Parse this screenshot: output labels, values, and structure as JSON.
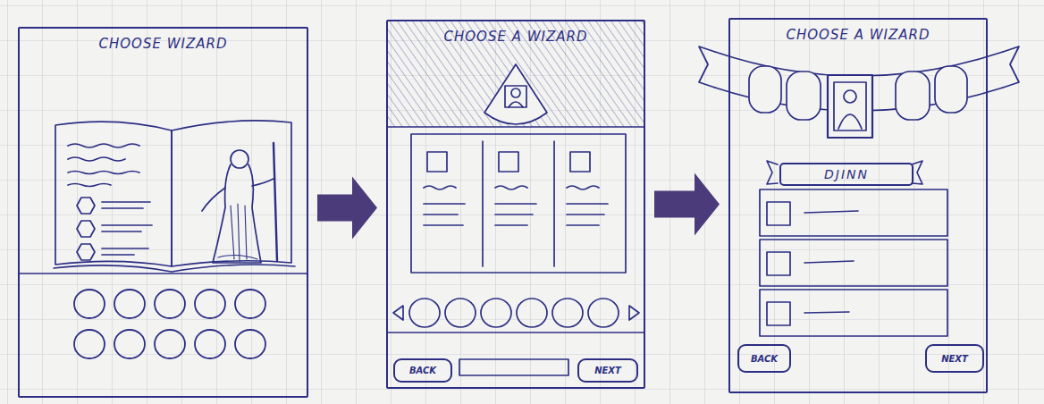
{
  "diagram": {
    "nodes": [
      {
        "text": [
          "CHOOSE WIZARD"
        ]
      },
      {
        "text": [
          "CHOOSE A WIZARD"
        ]
      },
      {
        "text": [
          "BACK"
        ],
        "in": 1
      },
      {
        "text": [
          "NEXT"
        ],
        "in": 1
      },
      {
        "text": [
          "CHOOSE A WIZARD"
        ]
      },
      {
        "text": [
          "DJINN"
        ],
        "in": 4
      },
      {
        "text": [
          "BACK"
        ],
        "in": 4
      },
      {
        "text": [
          "NEXT"
        ],
        "in": 4
      }
    ],
    "edges": [
      {
        "from": 0,
        "to": 1,
        "arrow": "to"
      },
      {
        "from": 1,
        "to": 4,
        "arrow": "to"
      }
    ]
  }
}
